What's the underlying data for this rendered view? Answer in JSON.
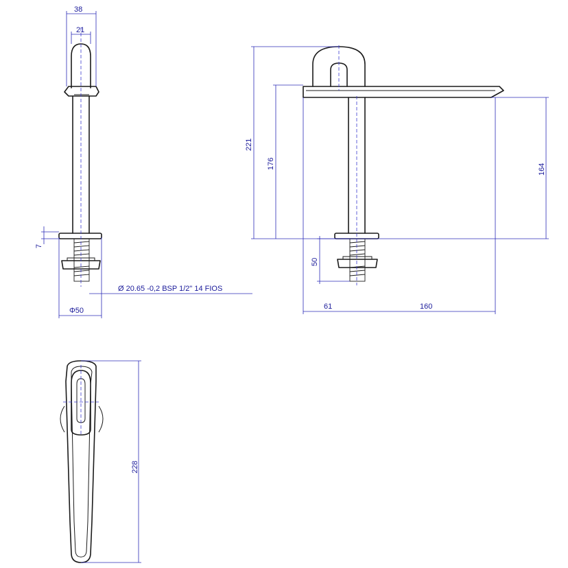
{
  "dimensions": {
    "top_outer_width": "38",
    "top_inner_width": "21",
    "nut_height": "7",
    "thread_spec": "Ø 20.65 -0,2 BSP 1/2\"  14 FIOS",
    "base_diameter": "Φ50",
    "total_height": "221",
    "spout_height": "176",
    "spout_outlet_height": "164",
    "shank_length": "50",
    "rear_offset": "61",
    "spout_reach": "160",
    "spout_top_length": "228"
  },
  "colors": {
    "part_stroke": "#1a1a1a",
    "dimension_stroke": "#2b2bb8",
    "dimension_text": "#1a1a9a"
  }
}
